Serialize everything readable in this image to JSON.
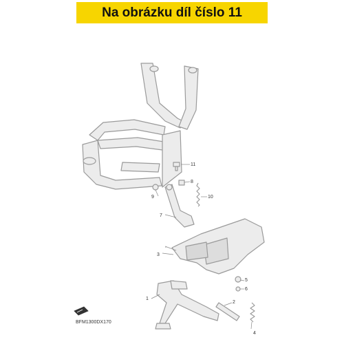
{
  "banner": {
    "text": "Na obrázku díl číslo 11",
    "bg": "#f7d500"
  },
  "callouts": [
    "1",
    "2",
    "3",
    "4",
    "5",
    "6",
    "7",
    "8",
    "9",
    "10",
    "11"
  ],
  "drawing_code": "BFM1300DX170",
  "colors": {
    "line": "#9a9a9a",
    "fill": "#e6e6e6",
    "dark": "#555555"
  }
}
